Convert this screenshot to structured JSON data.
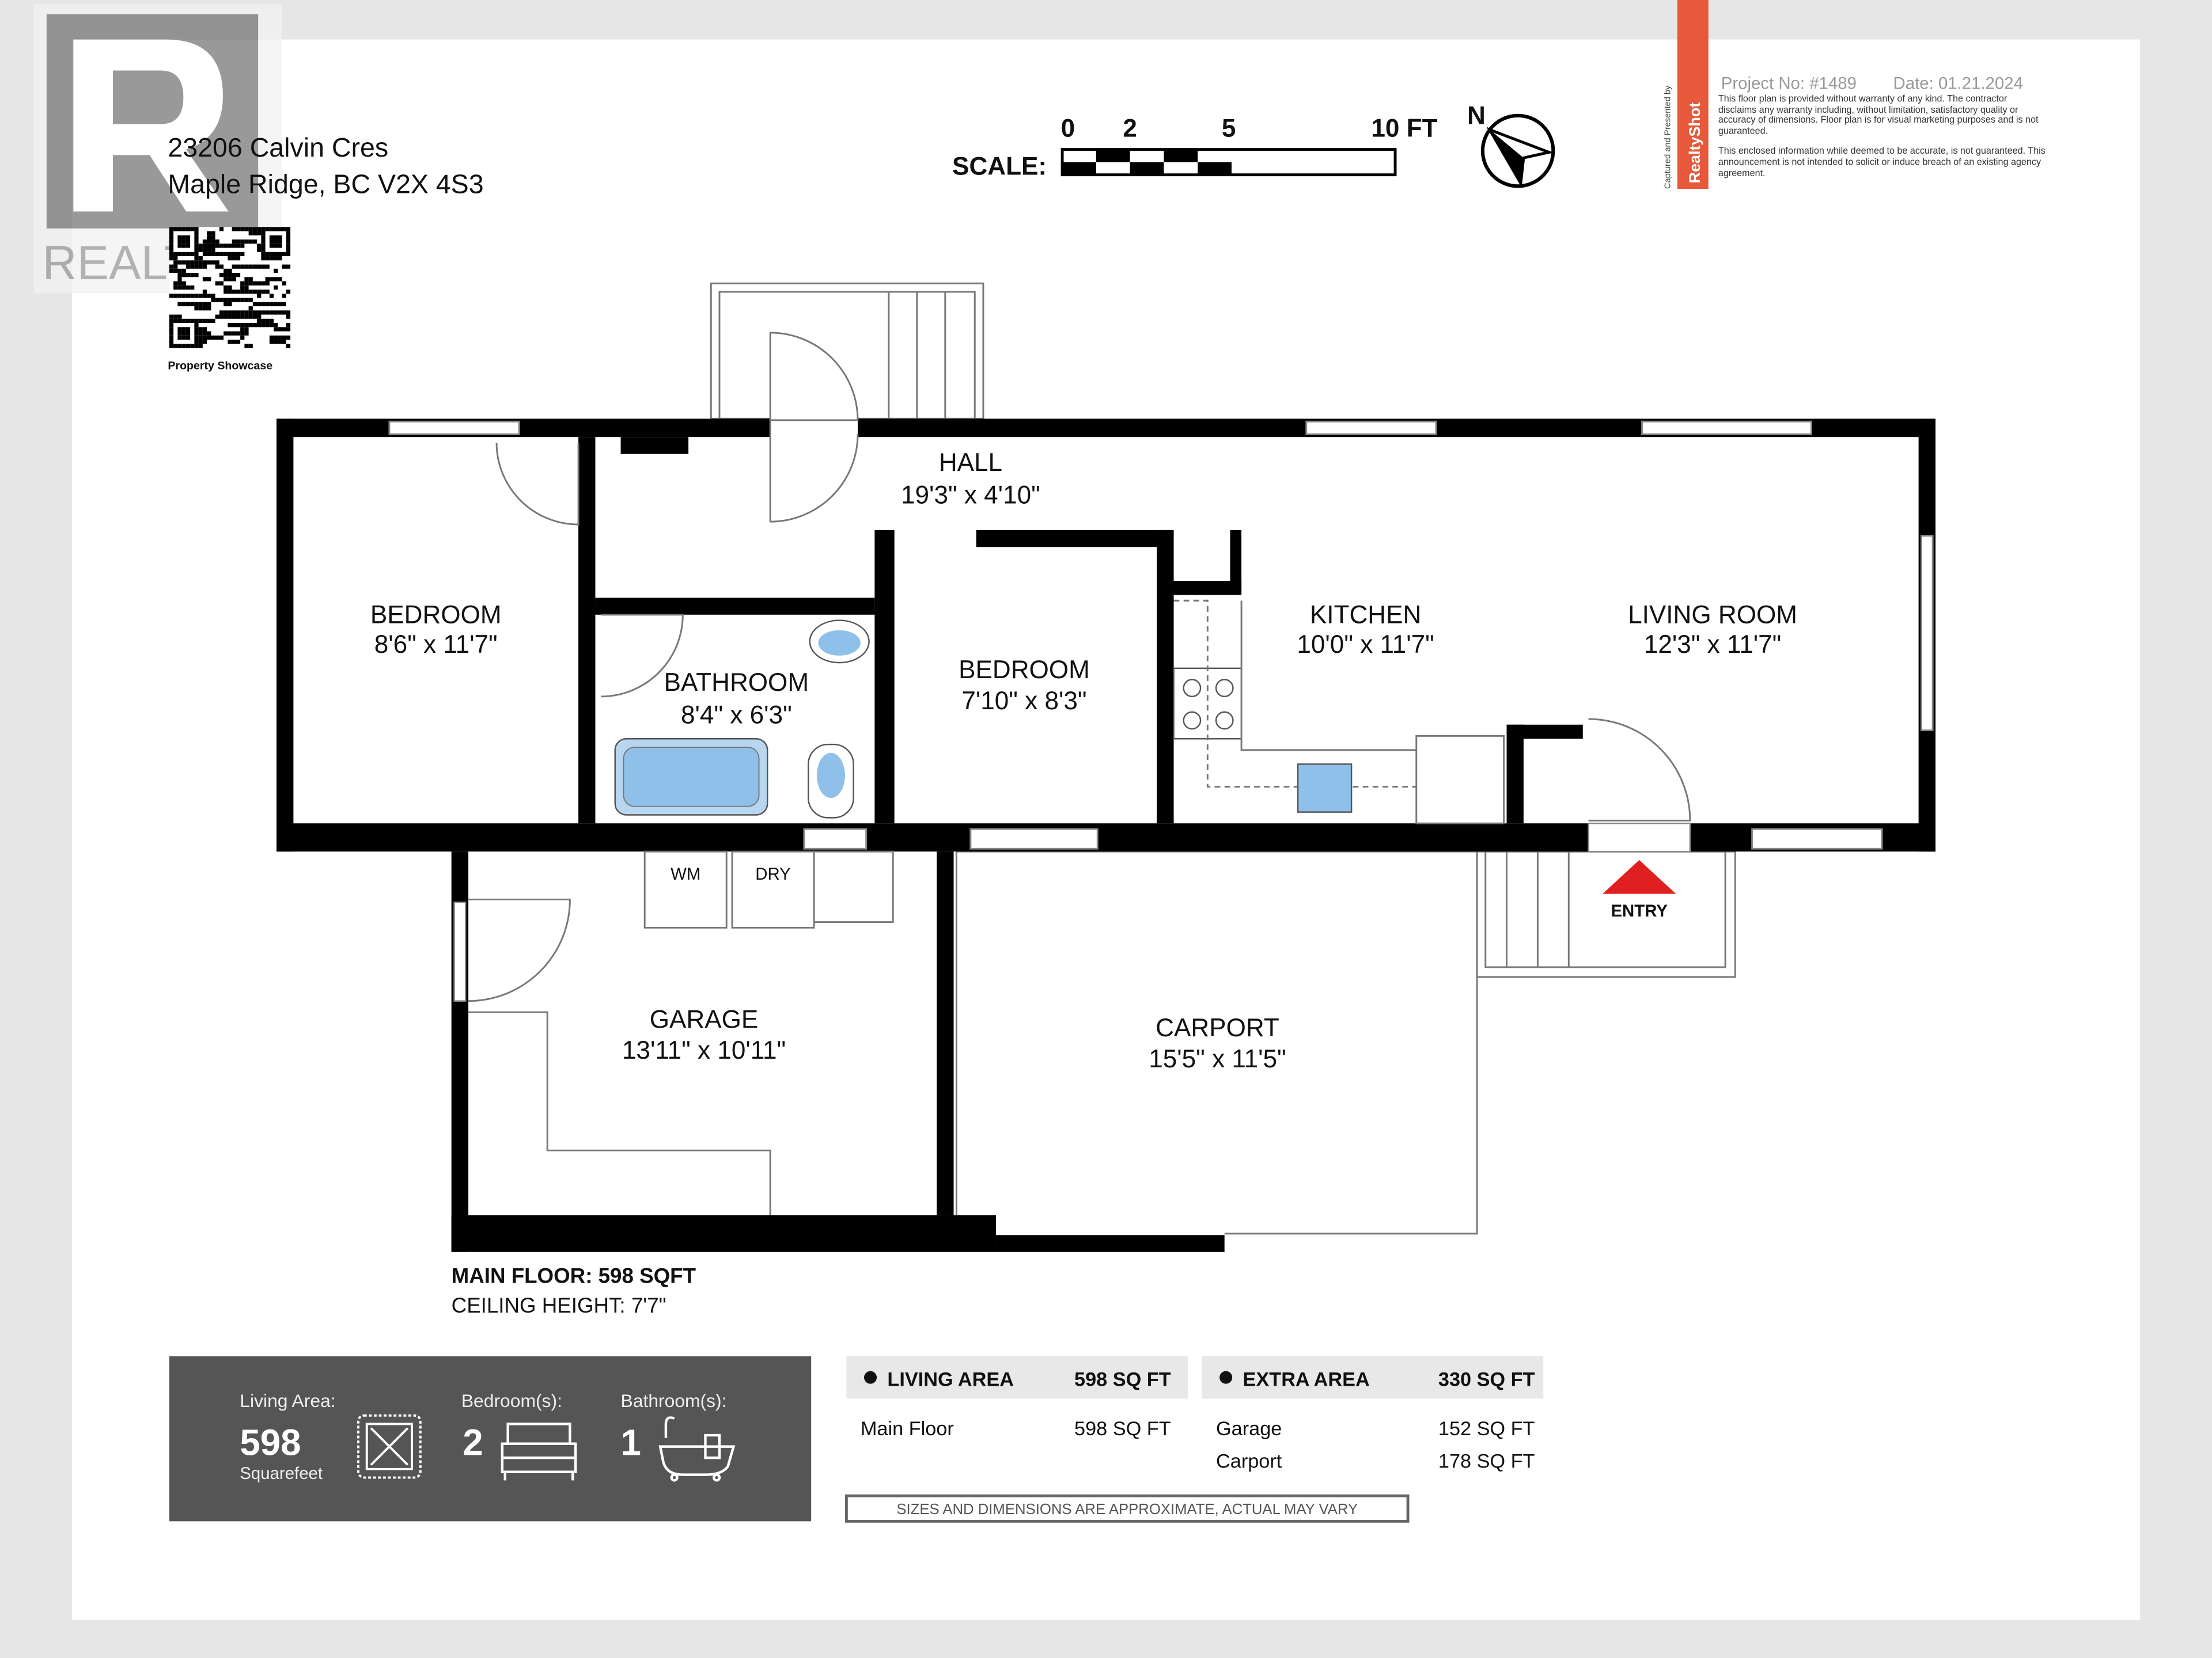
{
  "watermark": {
    "logo_letter": "R",
    "text": "REALTOR"
  },
  "address": {
    "line1": "23206 Calvin Cres",
    "line2": "Maple Ridge, BC V2X 4S3"
  },
  "qr": {
    "caption": "Property Showcase"
  },
  "scale": {
    "label": "SCALE:",
    "ticks": [
      "0",
      "2",
      "5",
      "10 FT"
    ]
  },
  "compass": {
    "label": "N"
  },
  "branding": {
    "vertical_text": "Captured and Presented by",
    "brand": "RealtyShot",
    "brand_color": "#e8583a",
    "project": "Project No: #1489",
    "date": "Date: 01.21.2024",
    "disclaimer1": "This floor plan is provided without warranty of any kind. The contractor disclaims any warranty including, without limitation, satisfactory quality or accuracy of dimensions. Floor plan is for visual marketing purposes and is not guaranteed.",
    "disclaimer2": "This enclosed information while deemed to be accurate, is not guaranteed. This announcement is not intended to solicit or induce breach of an existing agency agreement."
  },
  "rooms": [
    {
      "name": "HALL",
      "dims": "19'3\" x 4'10\""
    },
    {
      "name": "BEDROOM",
      "dims": "8'6\" x 11'7\""
    },
    {
      "name": "BATHROOM",
      "dims": "8'4\" x 6'3\""
    },
    {
      "name": "BEDROOM",
      "dims": "7'10\" x 8'3\""
    },
    {
      "name": "KITCHEN",
      "dims": "10'0\" x 11'7\""
    },
    {
      "name": "LIVING ROOM",
      "dims": "12'3\" x 11'7\""
    },
    {
      "name": "GARAGE",
      "dims": "13'11\" x 10'11\""
    },
    {
      "name": "CARPORT",
      "dims": "15'5\" x 11'5\""
    }
  ],
  "appliances": {
    "washer": "WM",
    "dryer": "DRY"
  },
  "entry": {
    "label": "ENTRY",
    "color": "#e02020"
  },
  "floor": {
    "main": "MAIN FLOOR: 598 SQFT",
    "ceiling": "CEILING HEIGHT: 7'7\""
  },
  "summary": {
    "living_label": "Living Area:",
    "living_value": "598",
    "living_unit": "Squarefeet",
    "bed_label": "Bedroom(s):",
    "bed_value": "2",
    "bath_label": "Bathroom(s):",
    "bath_value": "1",
    "icons": [
      "area-expand-icon",
      "bed-icon",
      "bathtub-icon"
    ],
    "bg_color": "#555555"
  },
  "living_area": {
    "header": "LIVING AREA",
    "total": "598 SQ FT",
    "rows": [
      {
        "label": "Main Floor",
        "value": "598 SQ FT"
      }
    ]
  },
  "extra_area": {
    "header": "EXTRA AREA",
    "total": "330 SQ FT",
    "rows": [
      {
        "label": "Garage",
        "value": "152 SQ FT"
      },
      {
        "label": "Carport",
        "value": "178 SQ FT"
      }
    ]
  },
  "note": "SIZES AND DIMENSIONS ARE APPROXIMATE, ACTUAL MAY VARY"
}
